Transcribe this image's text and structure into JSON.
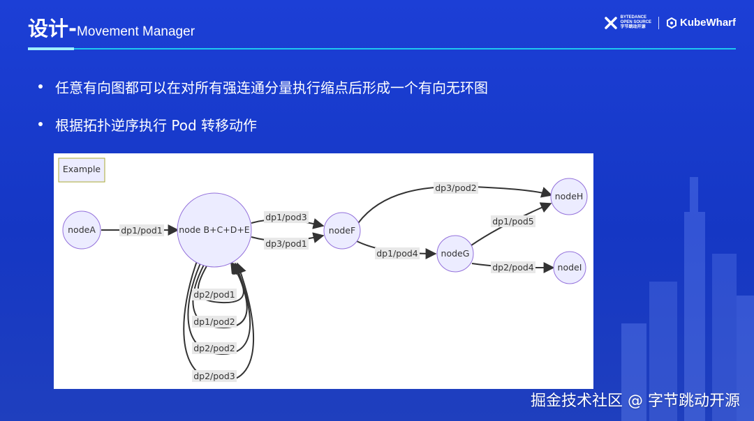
{
  "header": {
    "title_cn": "设计-",
    "title_en": "Movement Manager",
    "logo_bytedance_line1": "BYTEDANCE",
    "logo_bytedance_line2": "OPEN SOURCE",
    "logo_bytedance_line3": "字节跳动开源",
    "logo_kubewharf": "KubeWharf"
  },
  "bullets": [
    "任意有向图都可以在对所有强连通分量执行缩点后形成一个有向无环图",
    "根据拓扑逆序执行 Pod 转移动作"
  ],
  "diagram": {
    "legend": "Example",
    "nodes": {
      "nodeA": "nodeA",
      "nodeBCDE": "node B+C+D+E",
      "nodeF": "nodeF",
      "nodeG": "nodeG",
      "nodeH": "nodeH",
      "nodeI": "nodeI"
    },
    "edges": {
      "a_b": "dp1/pod1",
      "b_f_1": "dp1/pod3",
      "b_f_2": "dp3/pod1",
      "f_h": "dp3/pod2",
      "f_g": "dp1/pod4",
      "g_h": "dp1/pod5",
      "g_i": "dp2/pod4",
      "loop1": "dp2/pod1",
      "loop2": "dp1/pod2",
      "loop3": "dp2/pod2",
      "loop4": "dp2/pod3"
    },
    "colors": {
      "node_fill": "#ECECFF",
      "node_stroke": "#9370DB",
      "edge": "#333333",
      "label_bg": "#e8e8e8"
    }
  },
  "watermark": "掘金技术社区 @ 字节跳动开源"
}
